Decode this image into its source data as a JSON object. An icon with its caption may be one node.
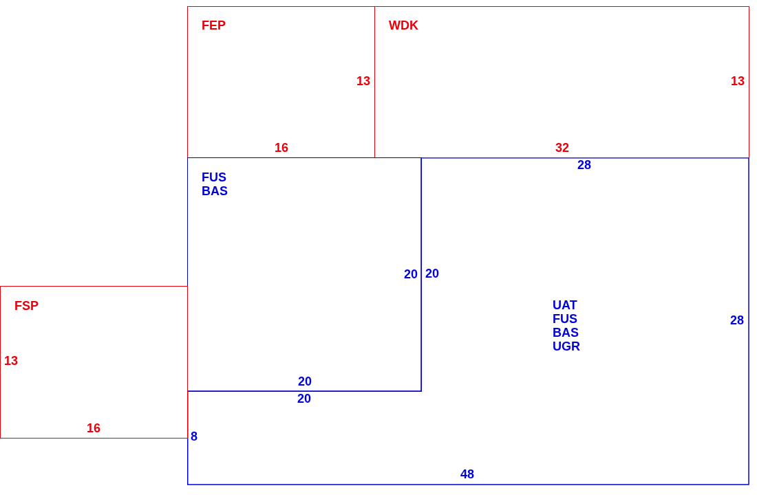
{
  "diagram": {
    "nodes": [
      {
        "text": [
          "FEP",
          "13",
          "16"
        ]
      },
      {
        "text": [
          "WDK",
          "13",
          "32"
        ]
      },
      {
        "text": [
          "FUS BAS",
          "20",
          "20"
        ]
      },
      {
        "text": [
          "FSP",
          "13",
          "16"
        ]
      },
      {
        "text": [
          "UAT FUS BAS UGR",
          "28",
          "20",
          "28",
          "20",
          "8",
          "48"
        ]
      }
    ]
  }
}
